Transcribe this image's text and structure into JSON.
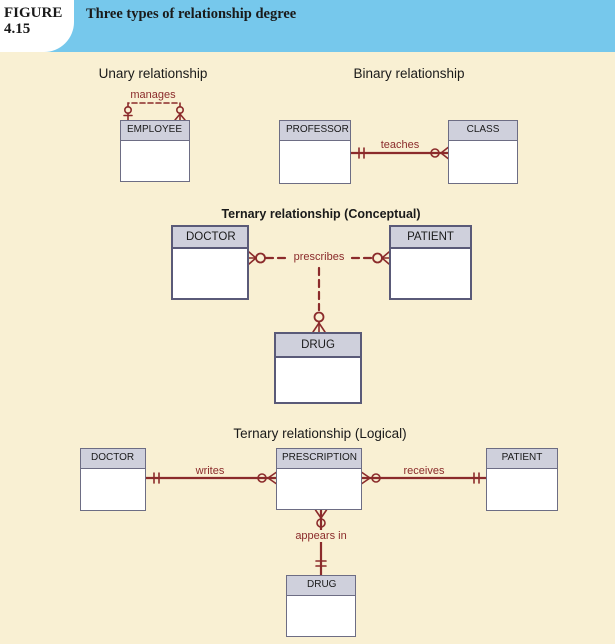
{
  "figure": {
    "label_line1": "FIGURE",
    "label_line2": "4.15",
    "title": "Three types of relationship degree"
  },
  "captions": {
    "unary": "Unary relationship",
    "binary": "Binary relationship",
    "ternary_conceptual": "Ternary relationship (Conceptual)",
    "ternary_logical": "Ternary relationship (Logical)"
  },
  "entities": {
    "employee": "EMPLOYEE",
    "professor": "PROFESSOR",
    "class": "CLASS",
    "doctor_conceptual": "DOCTOR",
    "patient_conceptual": "PATIENT",
    "drug_conceptual": "DRUG",
    "doctor_logical": "DOCTOR",
    "prescription": "PRESCRIPTION",
    "patient_logical": "PATIENT",
    "drug_logical": "DRUG"
  },
  "relationships": {
    "manages": "manages",
    "teaches": "teaches",
    "prescribes": "prescribes",
    "writes": "writes",
    "receives": "receives",
    "appears_in": "appears in"
  },
  "colors": {
    "line": "#8b2b2b",
    "entity_header": "#cfd0dc",
    "background": "#f9f0d3",
    "header_band": "#76c8ec"
  }
}
